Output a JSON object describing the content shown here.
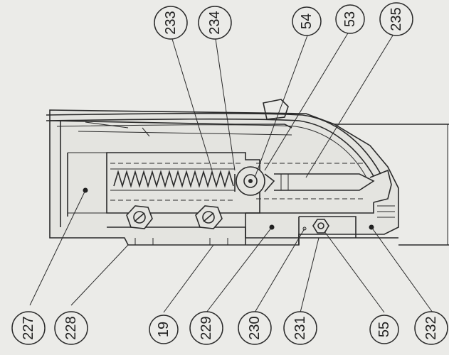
{
  "callouts": {
    "c233": "233",
    "c234": "234",
    "c54": "54",
    "c53": "53",
    "c235": "235",
    "c227": "227",
    "c228": "228",
    "c19": "19",
    "c229": "229",
    "c230": "230",
    "c231": "231",
    "c55": "55",
    "c232": "232"
  }
}
